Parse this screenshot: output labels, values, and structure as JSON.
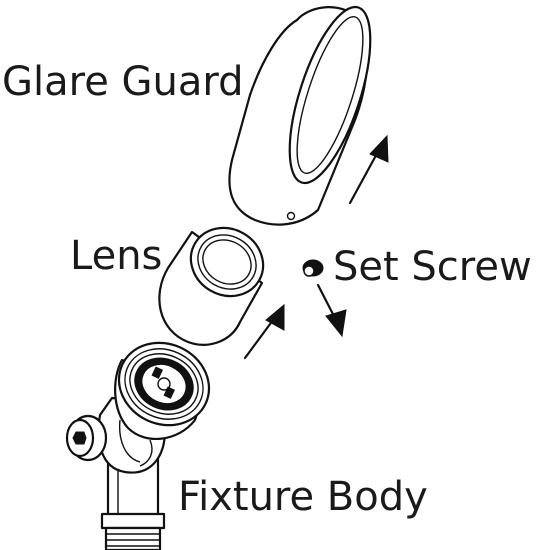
{
  "labels": {
    "glare_guard": "Glare Guard",
    "lens": "Lens",
    "set_screw": "Set Screw",
    "fixture_body": "Fixture Body"
  },
  "colors": {
    "line": "#111111",
    "background": "#ffffff"
  }
}
